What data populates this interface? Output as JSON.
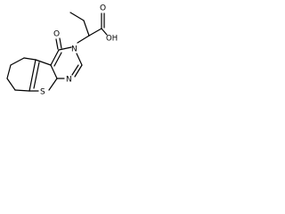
{
  "structure": {
    "atom_labels": {
      "carbonyl_oxygen": "O",
      "nitrogen_3": "N",
      "nitrogen_1": "N",
      "sulfur": "S",
      "carboxyl_oxygen_double": "O",
      "carboxyl_oh": "OH"
    },
    "colors": {
      "bond": "#000000",
      "text": "#000000",
      "background": "#ffffff"
    }
  }
}
